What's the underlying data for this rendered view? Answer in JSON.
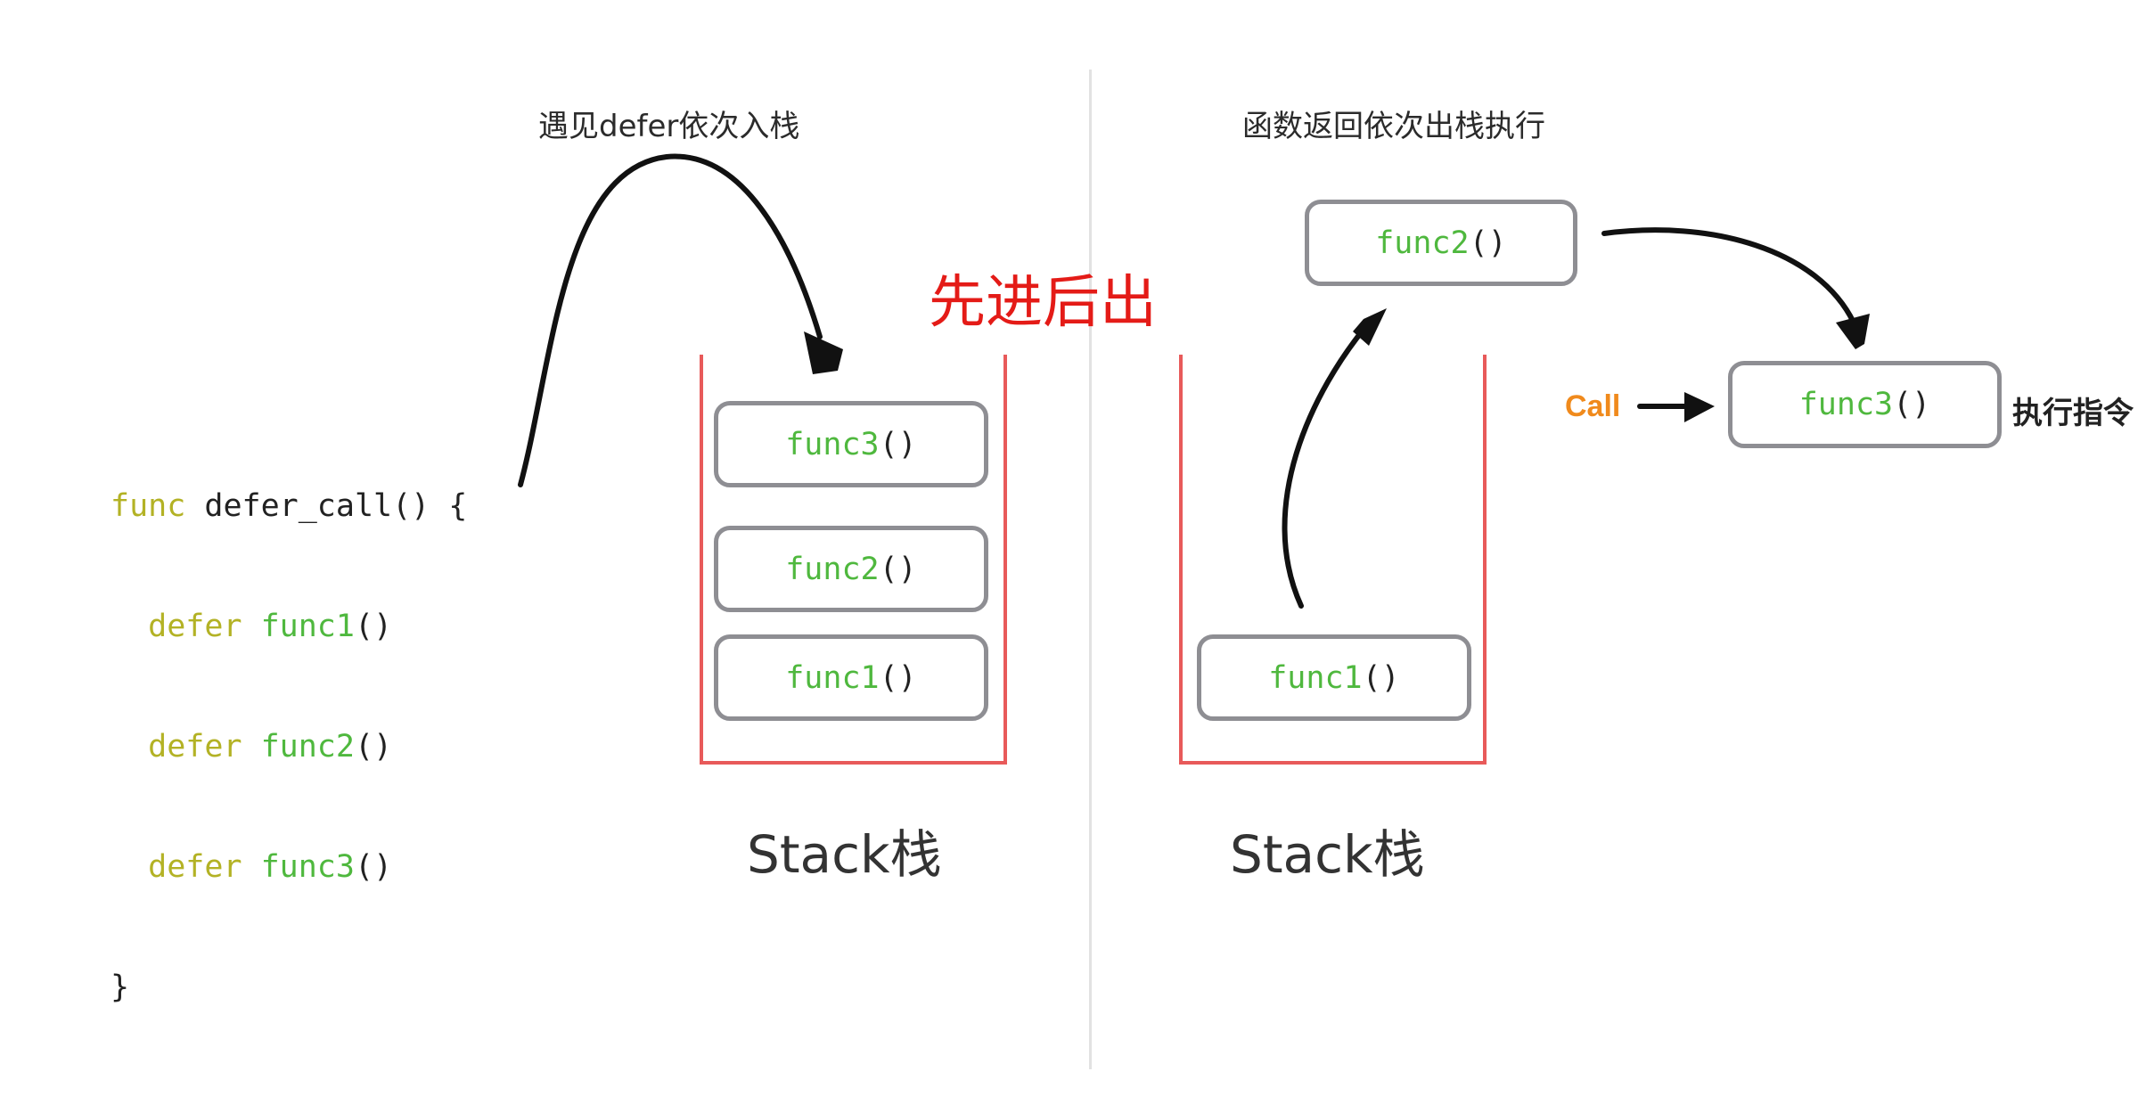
{
  "left_panel": {
    "caption": "遇见defer依次入栈",
    "code": {
      "line1": {
        "kw": "func",
        "rest": " defer_call() {"
      },
      "line2": {
        "kw": "defer",
        "fn": "func1",
        "paren": "()"
      },
      "line3": {
        "kw": "defer",
        "fn": "func2",
        "paren": "()"
      },
      "line4": {
        "kw": "defer",
        "fn": "func3",
        "paren": "()"
      },
      "line5": "}"
    },
    "stack_frames": [
      {
        "name": "func3",
        "paren": "()"
      },
      {
        "name": "func2",
        "paren": "()"
      },
      {
        "name": "func1",
        "paren": "()"
      }
    ],
    "stack_label": "Stack栈"
  },
  "center_label": "先进后出",
  "right_panel": {
    "caption": "函数返回依次出栈执行",
    "popped_frame": {
      "name": "func2",
      "paren": "()"
    },
    "stack_frames": [
      {
        "name": "func1",
        "paren": "()"
      }
    ],
    "stack_label": "Stack栈",
    "executing_frame": {
      "name": "func3",
      "paren": "()"
    },
    "call_label": "Call",
    "exec_label": "执行指令"
  },
  "colors": {
    "keyword": "#b3b225",
    "function_name": "#4fb83e",
    "stack_border": "#e85a5a",
    "frame_border": "#8e8e93",
    "fifo_text": "#e41b17",
    "call_text": "#f08a1c"
  }
}
